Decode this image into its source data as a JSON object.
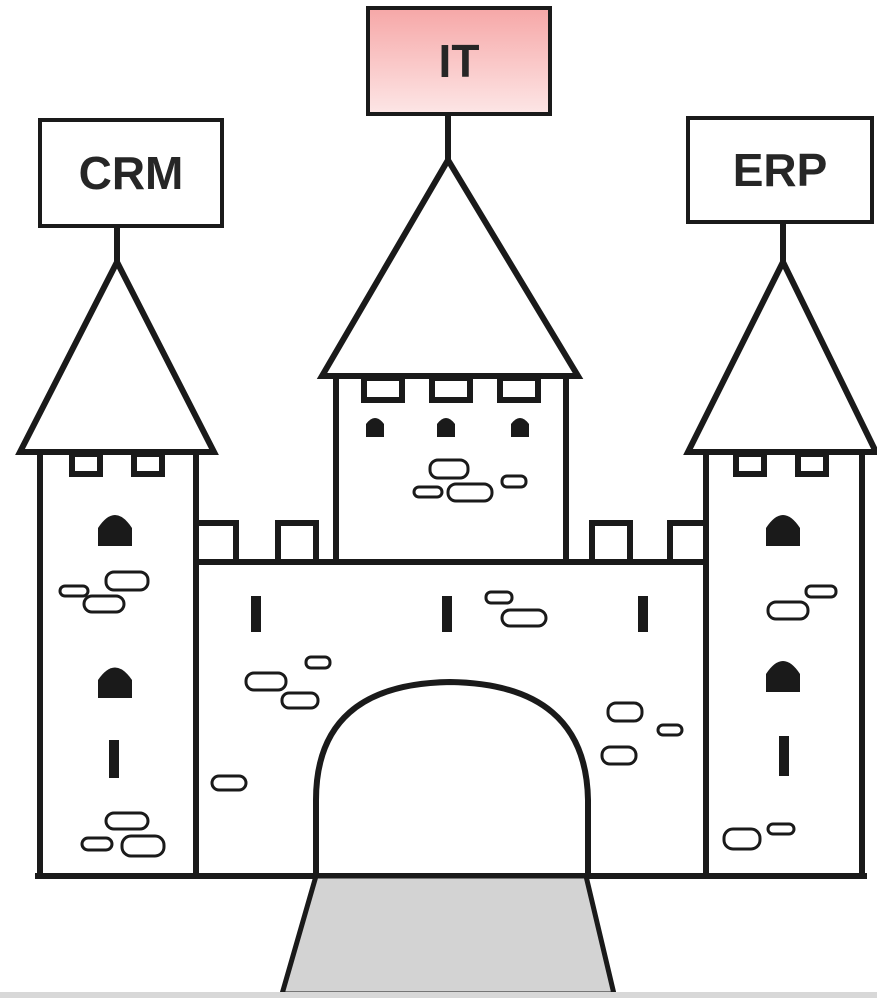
{
  "diagram": {
    "signs": {
      "left": {
        "label": "CRM",
        "fill": "#ffffff"
      },
      "center": {
        "label": "IT",
        "fill_top": "#f6a7a7",
        "fill_bottom": "#fde6e6"
      },
      "right": {
        "label": "ERP",
        "fill": "#ffffff"
      }
    },
    "colors": {
      "ink": "#1a1a1a",
      "wall": "#ffffff",
      "path": "#d3d3d3"
    }
  }
}
